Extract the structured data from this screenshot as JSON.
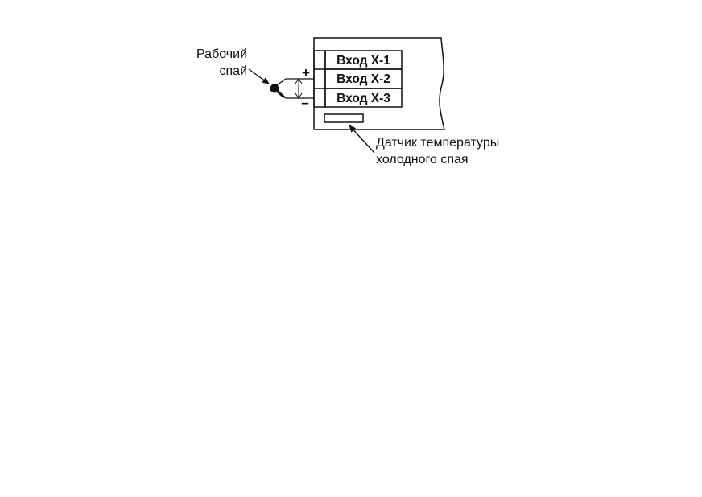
{
  "labels": {
    "hot_junction_line1": "Рабочий",
    "hot_junction_line2": "спай",
    "plus_sign": "+",
    "minus_sign": "–",
    "cold_junction_line1": "Датчик температуры",
    "cold_junction_line2": "холодного спая"
  },
  "terminals": [
    {
      "label": "Вход Х-1"
    },
    {
      "label": "Вход Х-2"
    },
    {
      "label": "Вход Х-3"
    }
  ],
  "colors": {
    "stroke": "#111111",
    "background": "#ffffff"
  }
}
